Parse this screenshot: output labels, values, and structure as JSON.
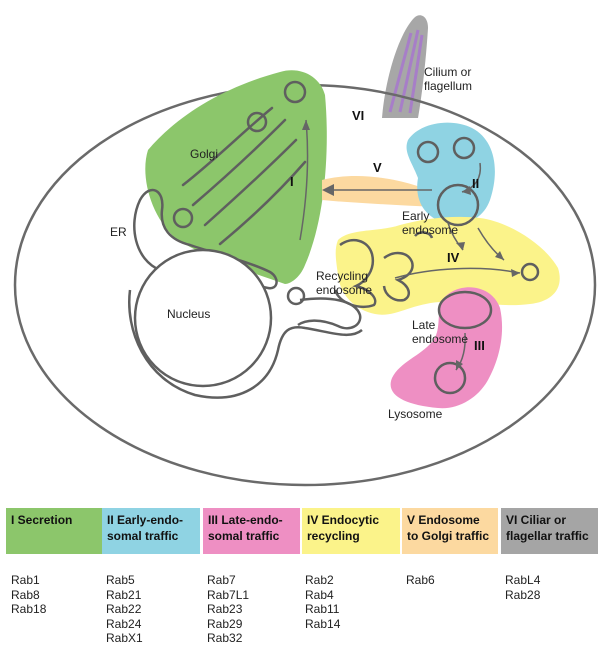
{
  "diagram": {
    "labels": {
      "golgi": "Golgi",
      "er": "ER",
      "nucleus": "Nucleus",
      "cilium": "Cilium or\nflagellum",
      "early_endosome": "Early\nendosome",
      "recycling_endosome": "Recycling\nendosome",
      "late_endosome": "Late\nendosome",
      "lysosome": "Lysosome"
    },
    "pathway_markers": [
      "I",
      "II",
      "III",
      "IV",
      "V",
      "VI"
    ]
  },
  "legend": [
    {
      "title": "I  Secretion",
      "color": "#8cc66b",
      "rabs": [
        "Rab1",
        "Rab8",
        "Rab18"
      ]
    },
    {
      "title": "II  Early-endo-\nsomal traffic",
      "color": "#8fd3e3",
      "rabs": [
        "Rab5",
        "Rab21",
        "Rab22",
        "Rab24",
        "RabX1"
      ]
    },
    {
      "title": "III  Late-endo-\nsomal traffic",
      "color": "#ee8fc3",
      "rabs": [
        "Rab7",
        "Rab7L1",
        "Rab23",
        "Rab29",
        "Rab32"
      ]
    },
    {
      "title": "IV  Endocytic\nrecycling",
      "color": "#fbf38a",
      "rabs": [
        "Rab2",
        "Rab4",
        "Rab11",
        "Rab14"
      ]
    },
    {
      "title": "V   Endosome\nto Golgi traffic",
      "color": "#fcd9a0",
      "rabs": [
        "Rab6"
      ]
    },
    {
      "title": "VI  Ciliar or\nflagellar traffic",
      "color": "#a5a5a5",
      "rabs": [
        "RabL4",
        "Rab28"
      ]
    }
  ]
}
